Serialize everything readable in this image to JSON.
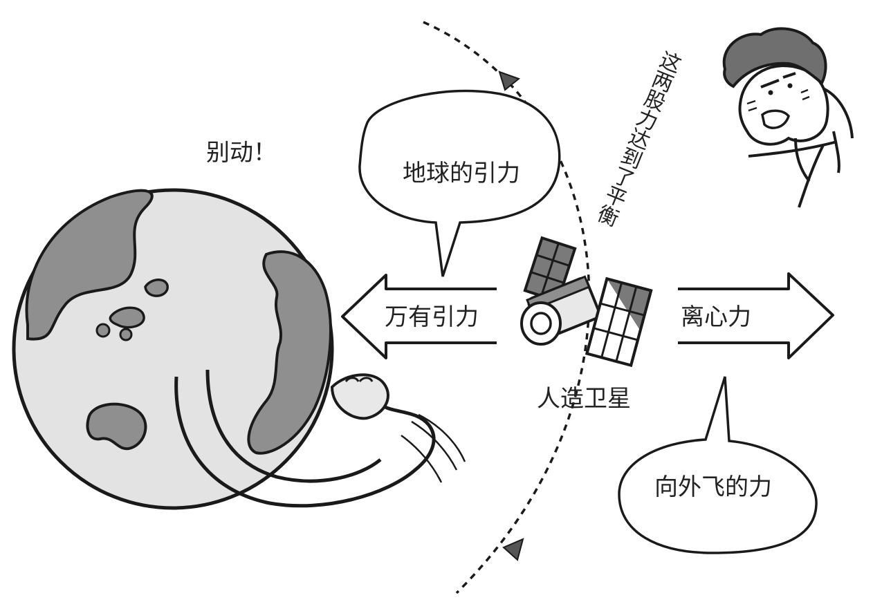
{
  "labels": {
    "earth_shout": "别动！",
    "earth_gravity_bubble": "地球的引力",
    "universal_gravity_arrow": "万有引力",
    "centrifugal_arrow": "离心力",
    "satellite": "人造卫星",
    "outward_bubble": "向外飞的力",
    "balance_note": "这两股力达到了平衡"
  },
  "colors": {
    "line": "#1a1a1a",
    "earth_ocean": "#e3e3e3",
    "earth_land": "#8f8f8f",
    "satellite_panel": "#7a7a7a",
    "satellite_body": "#e8e8e8"
  },
  "icons": {
    "earth": "earth-icon",
    "satellite": "satellite-icon",
    "person": "person-face-icon"
  }
}
